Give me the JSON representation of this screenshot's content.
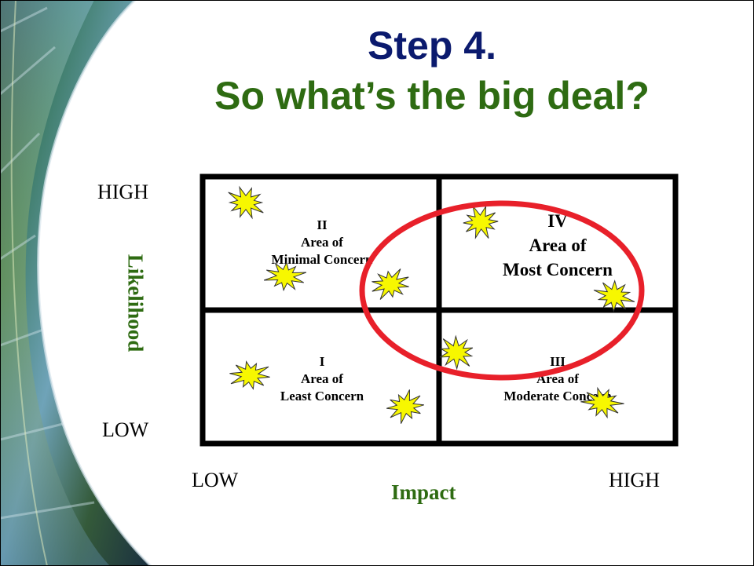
{
  "title": {
    "line1": "Step 4.",
    "line2": "So what’s the big deal?"
  },
  "axes": {
    "y_high": "HIGH",
    "y_low": "LOW",
    "y_title": "Likelihood",
    "x_low": "LOW",
    "x_high": "HIGH",
    "x_title": "Impact"
  },
  "quadrants": {
    "q2": {
      "numeral": "II",
      "line1": "Area of",
      "line2": "Minimal Concern"
    },
    "q4": {
      "numeral": "IV",
      "line1": "Area of",
      "line2": "Most Concern"
    },
    "q1": {
      "numeral": "I",
      "line1": "Area of",
      "line2": "Least Concern"
    },
    "q3": {
      "numeral": "III",
      "line1": "Area of",
      "line2": "Moderate Concern"
    }
  },
  "colors": {
    "title_blue": "#0b1a6e",
    "title_green": "#2e6b12",
    "axis_green": "#2e6b12",
    "highlight_red": "#e8202a",
    "star_fill": "#f7f700"
  }
}
